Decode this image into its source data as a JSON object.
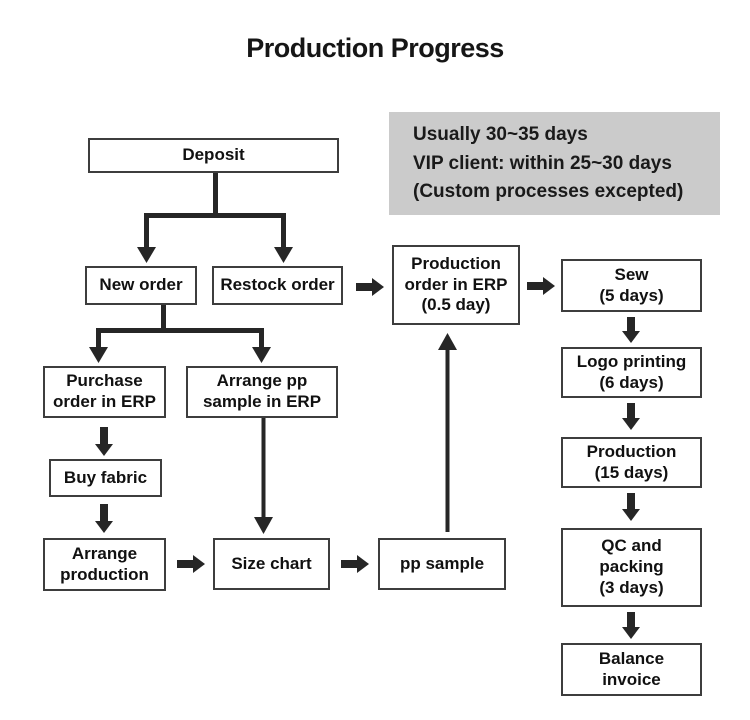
{
  "title": "Production Progress",
  "info_box": {
    "line1": "Usually 30~35 days",
    "line2": "VIP client: within 25~30 days",
    "line3": "(Custom processes excepted)"
  },
  "nodes": {
    "deposit": "Deposit",
    "new_order": "New order",
    "restock_order": "Restock order",
    "purchase_order": "Purchase\norder in ERP",
    "arrange_pp_sample": "Arrange pp\nsample in ERP",
    "buy_fabric": "Buy fabric",
    "arrange_production": "Arrange\nproduction",
    "size_chart": "Size chart",
    "pp_sample": "pp sample",
    "production_order": "Production\norder in ERP\n(0.5 day)",
    "sew": "Sew\n(5 days)",
    "logo_printing": "Logo printing\n(6 days)",
    "production": "Production\n(15 days)",
    "qc_packing": "QC and\npacking\n(3 days)",
    "balance_invoice": "Balance\ninvoice"
  },
  "edges": [
    {
      "from": "deposit",
      "to": "new_order"
    },
    {
      "from": "deposit",
      "to": "restock_order"
    },
    {
      "from": "new_order",
      "to": "purchase_order"
    },
    {
      "from": "new_order",
      "to": "arrange_pp_sample"
    },
    {
      "from": "purchase_order",
      "to": "buy_fabric"
    },
    {
      "from": "buy_fabric",
      "to": "arrange_production"
    },
    {
      "from": "arrange_production",
      "to": "size_chart"
    },
    {
      "from": "arrange_pp_sample",
      "to": "size_chart"
    },
    {
      "from": "size_chart",
      "to": "pp_sample"
    },
    {
      "from": "pp_sample",
      "to": "production_order"
    },
    {
      "from": "restock_order",
      "to": "production_order"
    },
    {
      "from": "production_order",
      "to": "sew"
    },
    {
      "from": "sew",
      "to": "logo_printing"
    },
    {
      "from": "logo_printing",
      "to": "production"
    },
    {
      "from": "production",
      "to": "qc_packing"
    },
    {
      "from": "qc_packing",
      "to": "balance_invoice"
    }
  ],
  "colors": {
    "info_box_bg": "#cbcbcb",
    "arrow": "#262626",
    "box_border": "#3d3d3d",
    "text": "#111111",
    "background": "#ffffff"
  }
}
